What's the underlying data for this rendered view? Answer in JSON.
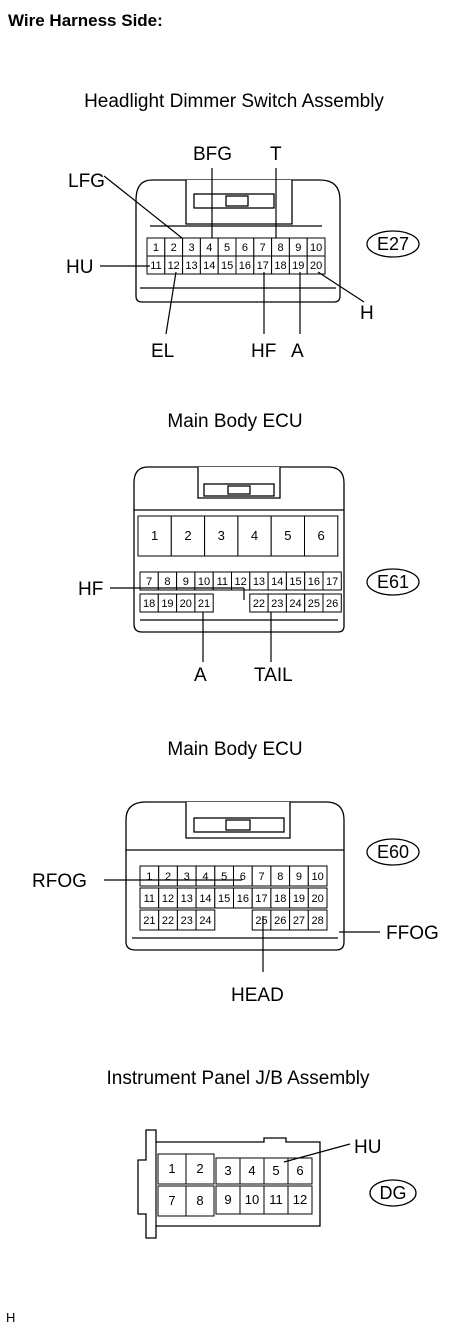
{
  "header": {
    "title": "Wire Harness Side:"
  },
  "footer": {
    "code": "H"
  },
  "connectors": [
    {
      "id": "e27",
      "caption": "Headlight Dimmer Switch Assembly",
      "code": "E27",
      "pins": [
        "1",
        "2",
        "3",
        "4",
        "5",
        "6",
        "7",
        "8",
        "9",
        "10",
        "11",
        "12",
        "13",
        "14",
        "15",
        "16",
        "17",
        "18",
        "19",
        "20"
      ],
      "labels": [
        "LFG",
        "BFG",
        "T",
        "HU",
        "EL",
        "HF",
        "A",
        "H"
      ]
    },
    {
      "id": "e61",
      "caption": "Main Body ECU",
      "code": "E61",
      "pins": [
        "1",
        "2",
        "3",
        "4",
        "5",
        "6",
        "7",
        "8",
        "9",
        "10",
        "11",
        "12",
        "13",
        "14",
        "15",
        "16",
        "17",
        "18",
        "19",
        "20",
        "21",
        "22",
        "23",
        "24",
        "25",
        "26"
      ],
      "labels": [
        "HF",
        "A",
        "TAIL"
      ]
    },
    {
      "id": "e60",
      "caption": "Main Body ECU",
      "code": "E60",
      "pins": [
        "1",
        "2",
        "3",
        "4",
        "5",
        "6",
        "7",
        "8",
        "9",
        "10",
        "11",
        "12",
        "13",
        "14",
        "15",
        "16",
        "17",
        "18",
        "19",
        "20",
        "21",
        "22",
        "23",
        "24",
        "25",
        "26",
        "27",
        "28"
      ],
      "labels": [
        "RFOG",
        "FFOG",
        "HEAD"
      ]
    },
    {
      "id": "dg",
      "caption": "Instrument Panel J/B Assembly",
      "code": "DG",
      "pins": [
        "1",
        "2",
        "3",
        "4",
        "5",
        "6",
        "7",
        "8",
        "9",
        "10",
        "11",
        "12"
      ],
      "labels": [
        "HU"
      ]
    }
  ]
}
